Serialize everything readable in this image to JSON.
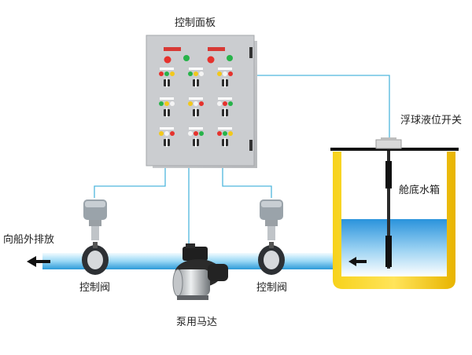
{
  "labels": {
    "control_panel": "控制面板",
    "float_switch": "浮球液位开关",
    "bilge_tank": "舱底水箱",
    "discharge": "向船外排放",
    "valve_left": "控制阀",
    "valve_right": "控制阀",
    "pump_motor": "泵用马达"
  },
  "colors": {
    "signal_wire": "#4fb6dd",
    "pipe_light": "#dff3fd",
    "pipe_dark": "#38a8df",
    "panel_gray": "#c9cbcd",
    "tank_yellow": "#f5c500",
    "water_blue": "#2f9fe0",
    "arrow": "#111111"
  },
  "panel_lights": {
    "indicator_colors": [
      "red",
      "green",
      "yellow",
      "white"
    ]
  }
}
